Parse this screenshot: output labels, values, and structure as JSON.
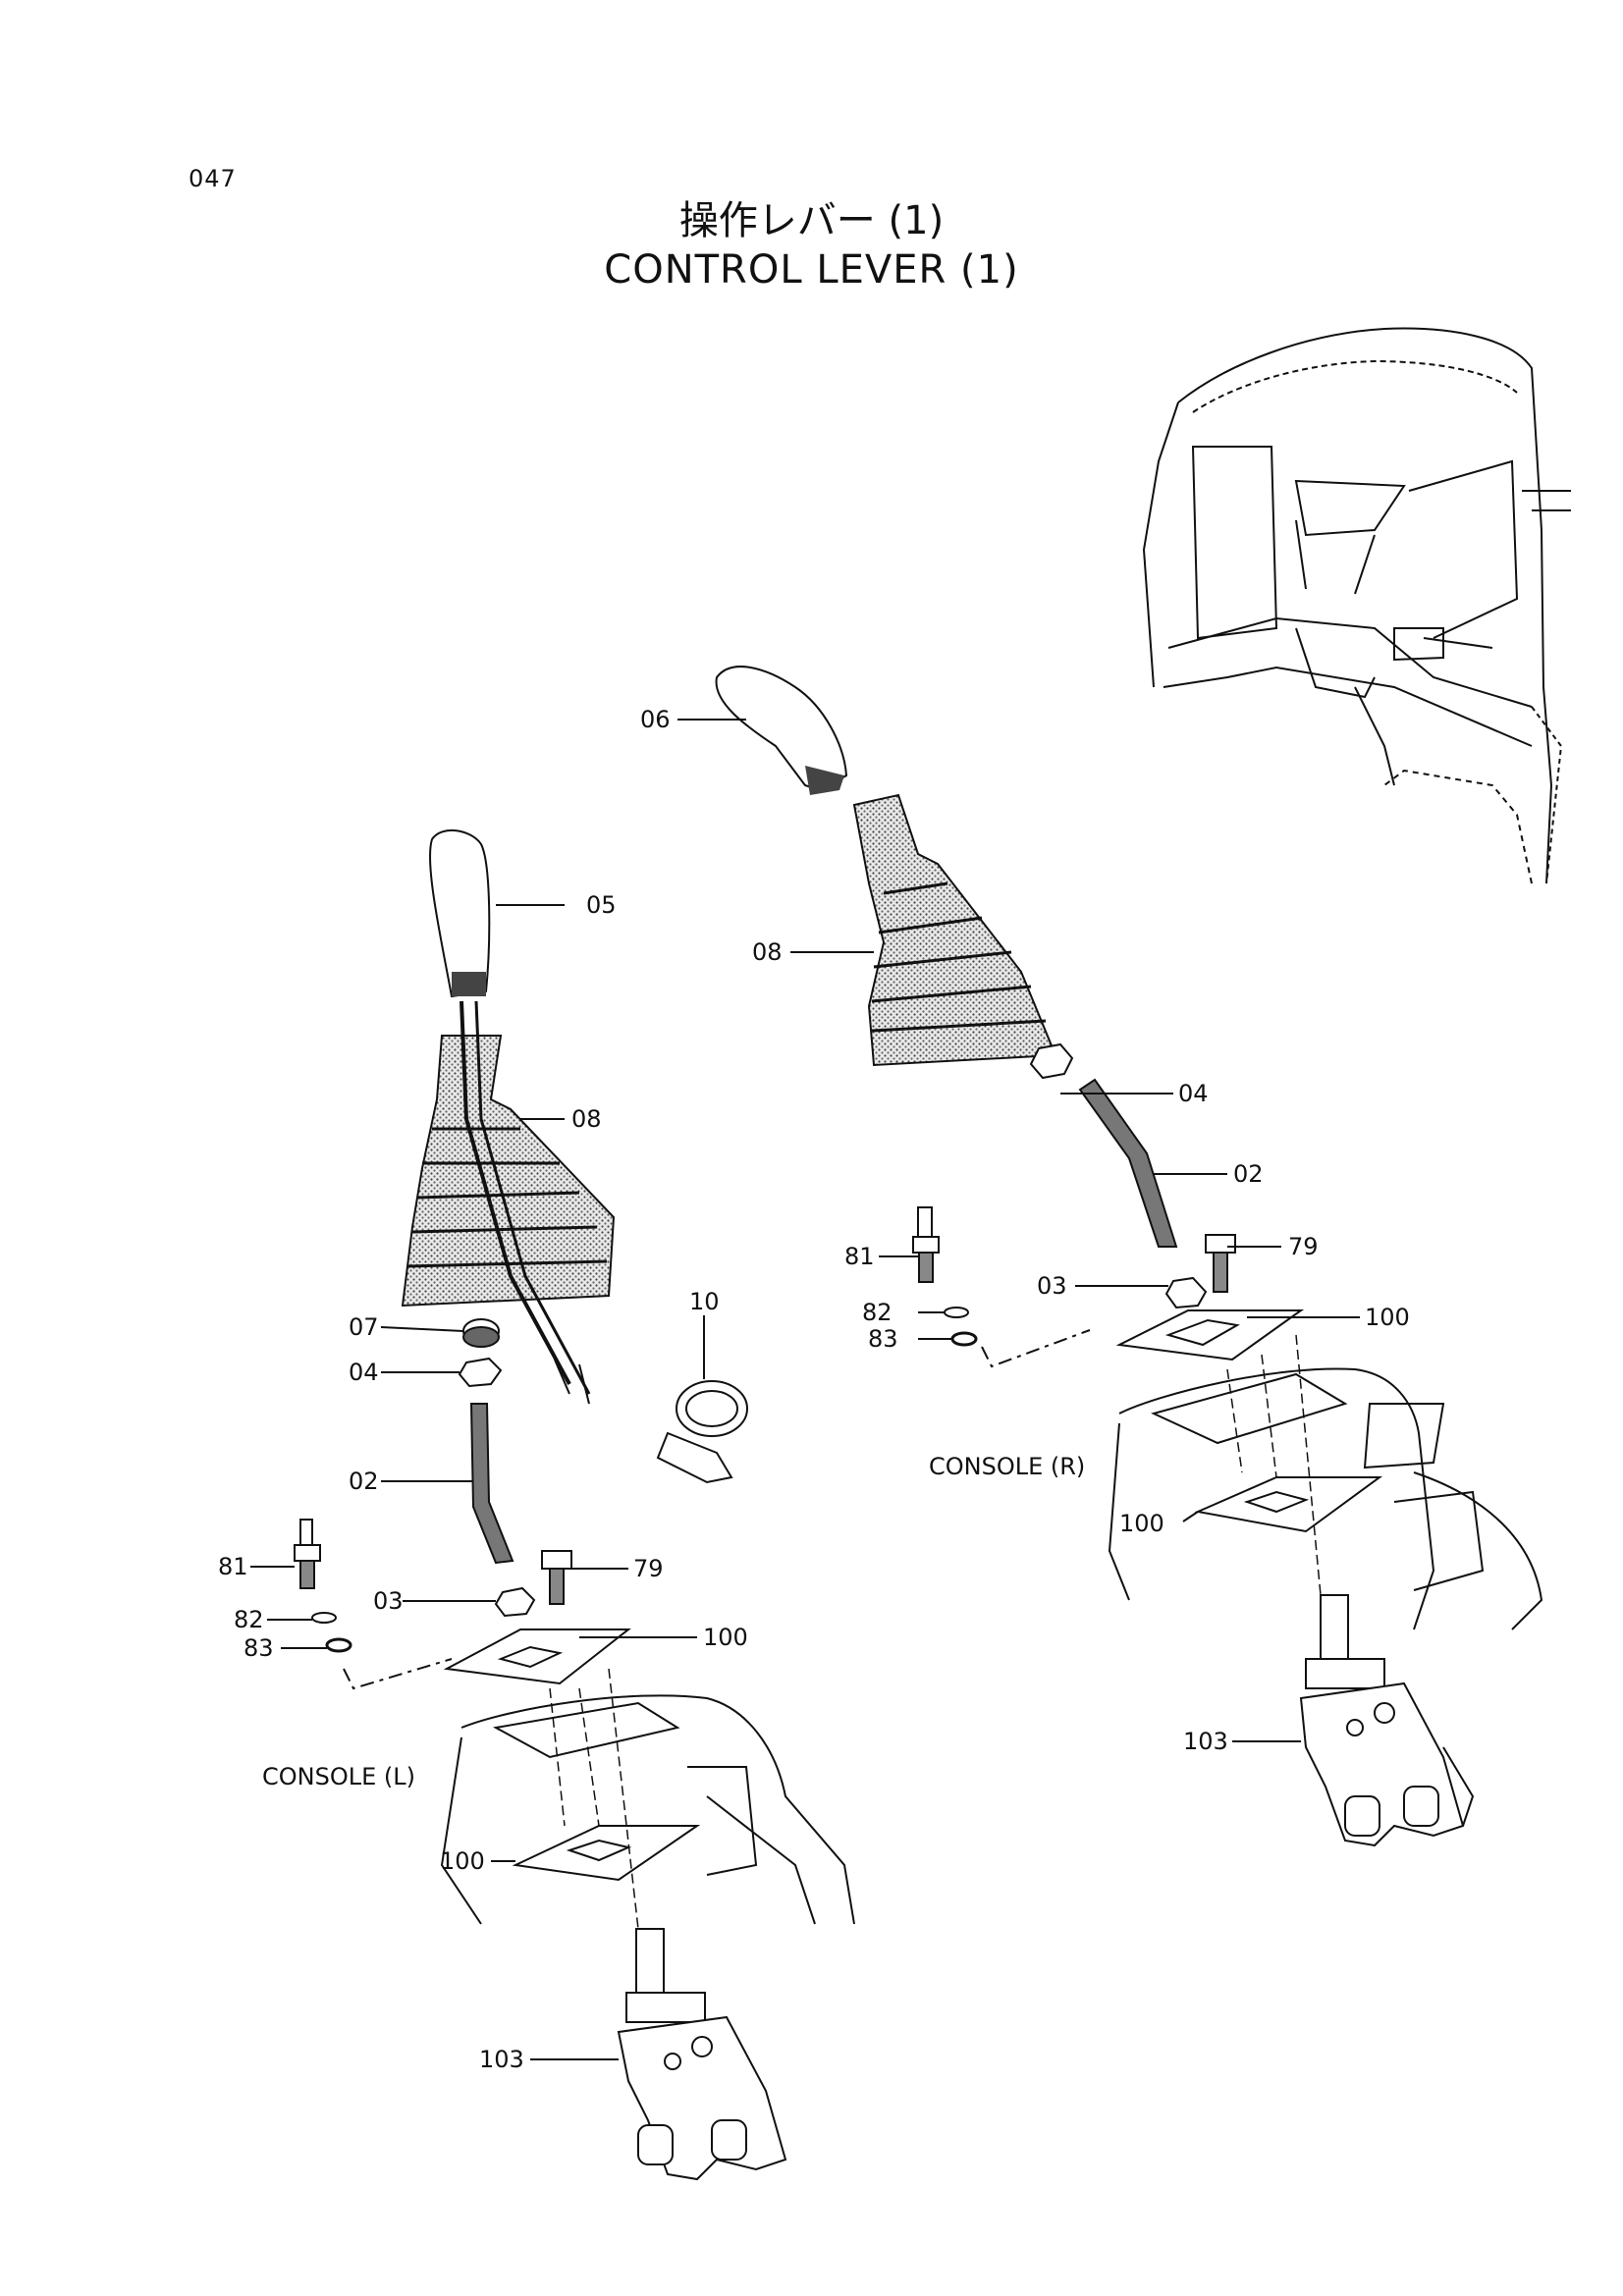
{
  "page": {
    "number": "047"
  },
  "title": {
    "jp": "操作レバー (1)",
    "en": "CONTROL LEVER (1)"
  },
  "callouts": {
    "c06": "06",
    "c05": "05",
    "c08r": "08",
    "c08l": "08",
    "c04r": "04",
    "c02r": "02",
    "c79r": "79",
    "c81r": "81",
    "c03r": "03",
    "c82r": "82",
    "c83r": "83",
    "c100r_top": "100",
    "console_r": "CONSOLE (R)",
    "c100r_bot": "100",
    "c103r": "103",
    "c07": "07",
    "c04l": "04",
    "c10": "10",
    "c02l": "02",
    "c81l": "81",
    "c79l": "79",
    "c03l": "03",
    "c82l": "82",
    "c83l": "83",
    "c100l_top": "100",
    "console_l": "CONSOLE (L)",
    "c100l_bot": "100",
    "c103l": "103"
  }
}
